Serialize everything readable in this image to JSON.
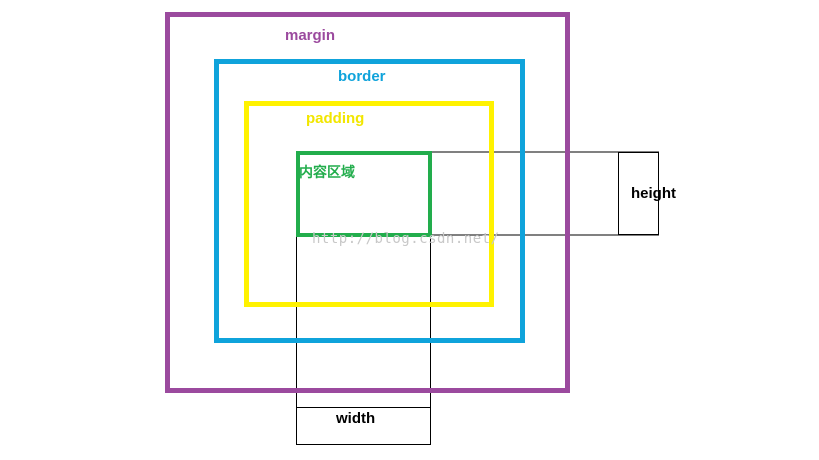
{
  "labels": {
    "margin": "margin",
    "border": "border",
    "padding": "padding",
    "content": "内容区域",
    "height": "height",
    "width": "width"
  },
  "watermark": "http://blog.csdn.net/",
  "colors": {
    "margin": "#9b4a9e",
    "border": "#0fa3db",
    "padding": "#fff200",
    "content": "#22ad4c",
    "guide_lines": "#000000"
  }
}
